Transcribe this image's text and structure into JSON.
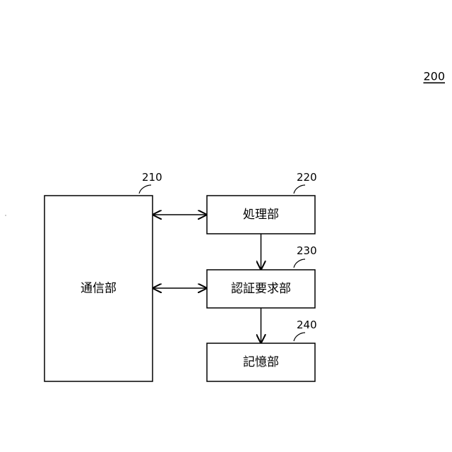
{
  "figure": {
    "number": "200"
  },
  "blocks": {
    "communication": {
      "label": "通信部",
      "ref": "210"
    },
    "processing": {
      "label": "処理部",
      "ref": "220"
    },
    "auth_request": {
      "label": "認証要求部",
      "ref": "230"
    },
    "storage": {
      "label": "記憶部",
      "ref": "240"
    }
  },
  "connections": [
    {
      "from": "communication",
      "to": "processing",
      "direction": "bidirectional"
    },
    {
      "from": "communication",
      "to": "auth_request",
      "direction": "bidirectional"
    },
    {
      "from": "processing",
      "to": "auth_request",
      "direction": "forward"
    },
    {
      "from": "auth_request",
      "to": "storage",
      "direction": "forward"
    }
  ]
}
